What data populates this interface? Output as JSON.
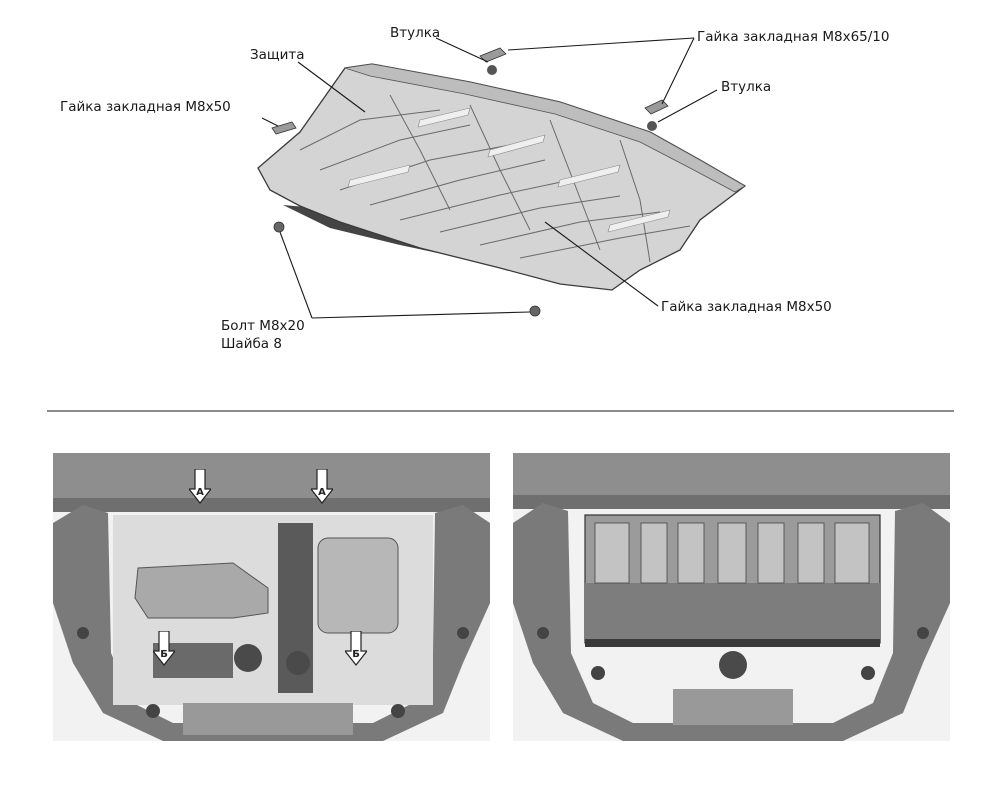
{
  "diagram": {
    "labels": {
      "zashita": "Защита",
      "vtulka_top": "Втулка",
      "vtulka_right": "Втулка",
      "gaika_m8x65": "Гайка закладная М8х65/10",
      "gaika_m8x50_left": "Гайка закладная М8х50",
      "gaika_m8x50_right": "Гайка закладная М8х50",
      "bolt": "Болт М8х20",
      "shaiba": "Шайба 8"
    }
  },
  "photos": {
    "before": {
      "markers": [
        "А",
        "А",
        "Б",
        "Б"
      ]
    }
  },
  "colors": {
    "plate": "#d4d4d4",
    "outline": "#3a3a3a",
    "divider": "#8c8c8c",
    "photo_bg": "#f2f2f2"
  }
}
